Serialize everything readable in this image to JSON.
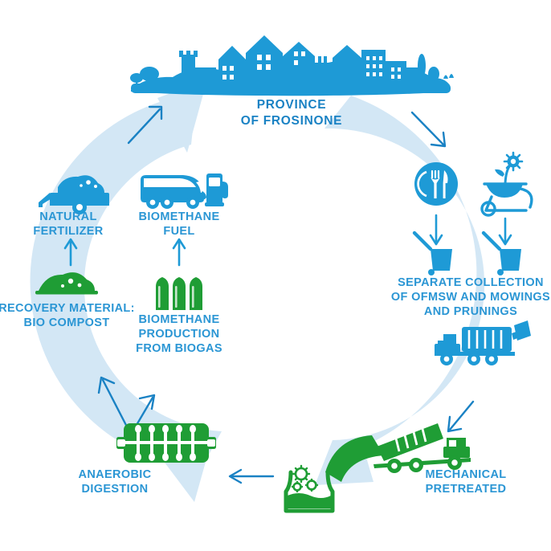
{
  "diagram": {
    "type": "circular-process-flow",
    "title_node": {
      "name": "province-of-frosinone",
      "line1": "PROVINCE",
      "line2": "OF FROSINONE",
      "icon": "city-skyline-icon"
    },
    "colors": {
      "blue": "#1e9ad6",
      "blue_dark": "#1a82c4",
      "blue_text": "#2b96d4",
      "blue_pale_ring": "#d3e7f5",
      "green": "#1f9d35",
      "background": "#ffffff"
    },
    "steps": [
      {
        "id": "separate-collection",
        "order": 1,
        "label_lines": [
          "SEPARATE COLLECTION",
          "OF OFMSW AND MOWINGS",
          "AND PRUNINGS"
        ],
        "icons": [
          "plate-cutlery-icon",
          "wheelbarrow-flower-icon",
          "waste-bin-icon",
          "waste-bin-icon"
        ],
        "color": "#1e9ad6"
      },
      {
        "id": "collection-truck",
        "order": 2,
        "label_lines": [],
        "icons": [
          "garbage-truck-icon"
        ],
        "color": "#1e9ad6"
      },
      {
        "id": "mechanical-pretreated",
        "order": 3,
        "label_lines": [
          "MECHANICAL",
          "PRETREATED"
        ],
        "icons": [
          "green-dump-truck-icon"
        ],
        "color": "#1f9d35"
      },
      {
        "id": "biogas-tank",
        "order": 4,
        "label_lines": [],
        "icons": [
          "biogas-tank-icon"
        ],
        "color": "#1f9d35"
      },
      {
        "id": "anaerobic-digestion",
        "order": 5,
        "label_lines": [
          "ANAEROBIC",
          "DIGESTION"
        ],
        "icons": [
          "digester-reactor-icon"
        ],
        "color": "#1f9d35"
      },
      {
        "id": "recovery-material-bio-compost",
        "order": 6,
        "label_lines": [
          "RECOVERY MATERIAL:",
          "BIO COMPOST"
        ],
        "icons": [
          "compost-mound-icon"
        ],
        "color": "#1f9d35"
      },
      {
        "id": "biomethane-production-from-biogas",
        "order": 7,
        "label_lines": [
          "BIOMETHANE",
          "PRODUCTION",
          "FROM BIOGAS"
        ],
        "icons": [
          "gas-cylinders-icon"
        ],
        "color": "#1f9d35"
      },
      {
        "id": "natural-fertilizer",
        "order": 8,
        "label_lines": [
          "NATURAL",
          "FERTILIZER"
        ],
        "icons": [
          "fertilizer-spreader-icon"
        ],
        "color": "#1e9ad6"
      },
      {
        "id": "biomethane-fuel",
        "order": 9,
        "label_lines": [
          "BIOMETHANE",
          "FUEL"
        ],
        "icons": [
          "bus-icon",
          "fuel-pump-icon"
        ],
        "color": "#1e9ad6"
      }
    ],
    "labels": {
      "separate_collection_1": "SEPARATE COLLECTION",
      "separate_collection_2": "OF OFMSW AND MOWINGS",
      "separate_collection_3": "AND PRUNINGS",
      "mechanical_1": "MECHANICAL",
      "mechanical_2": "PRETREATED",
      "anaerobic_1": "ANAEROBIC",
      "anaerobic_2": "DIGESTION",
      "recovery_1": "RECOVERY MATERIAL:",
      "recovery_2": "BIO COMPOST",
      "biomethane_prod_1": "BIOMETHANE",
      "biomethane_prod_2": "PRODUCTION",
      "biomethane_prod_3": "FROM BIOGAS",
      "natural_fert_1": "NATURAL",
      "natural_fert_2": "FERTILIZER",
      "biomethane_fuel_1": "BIOMETHANE",
      "biomethane_fuel_2": "FUEL",
      "province_1": "PROVINCE",
      "province_2": "OF FROSINONE"
    }
  }
}
